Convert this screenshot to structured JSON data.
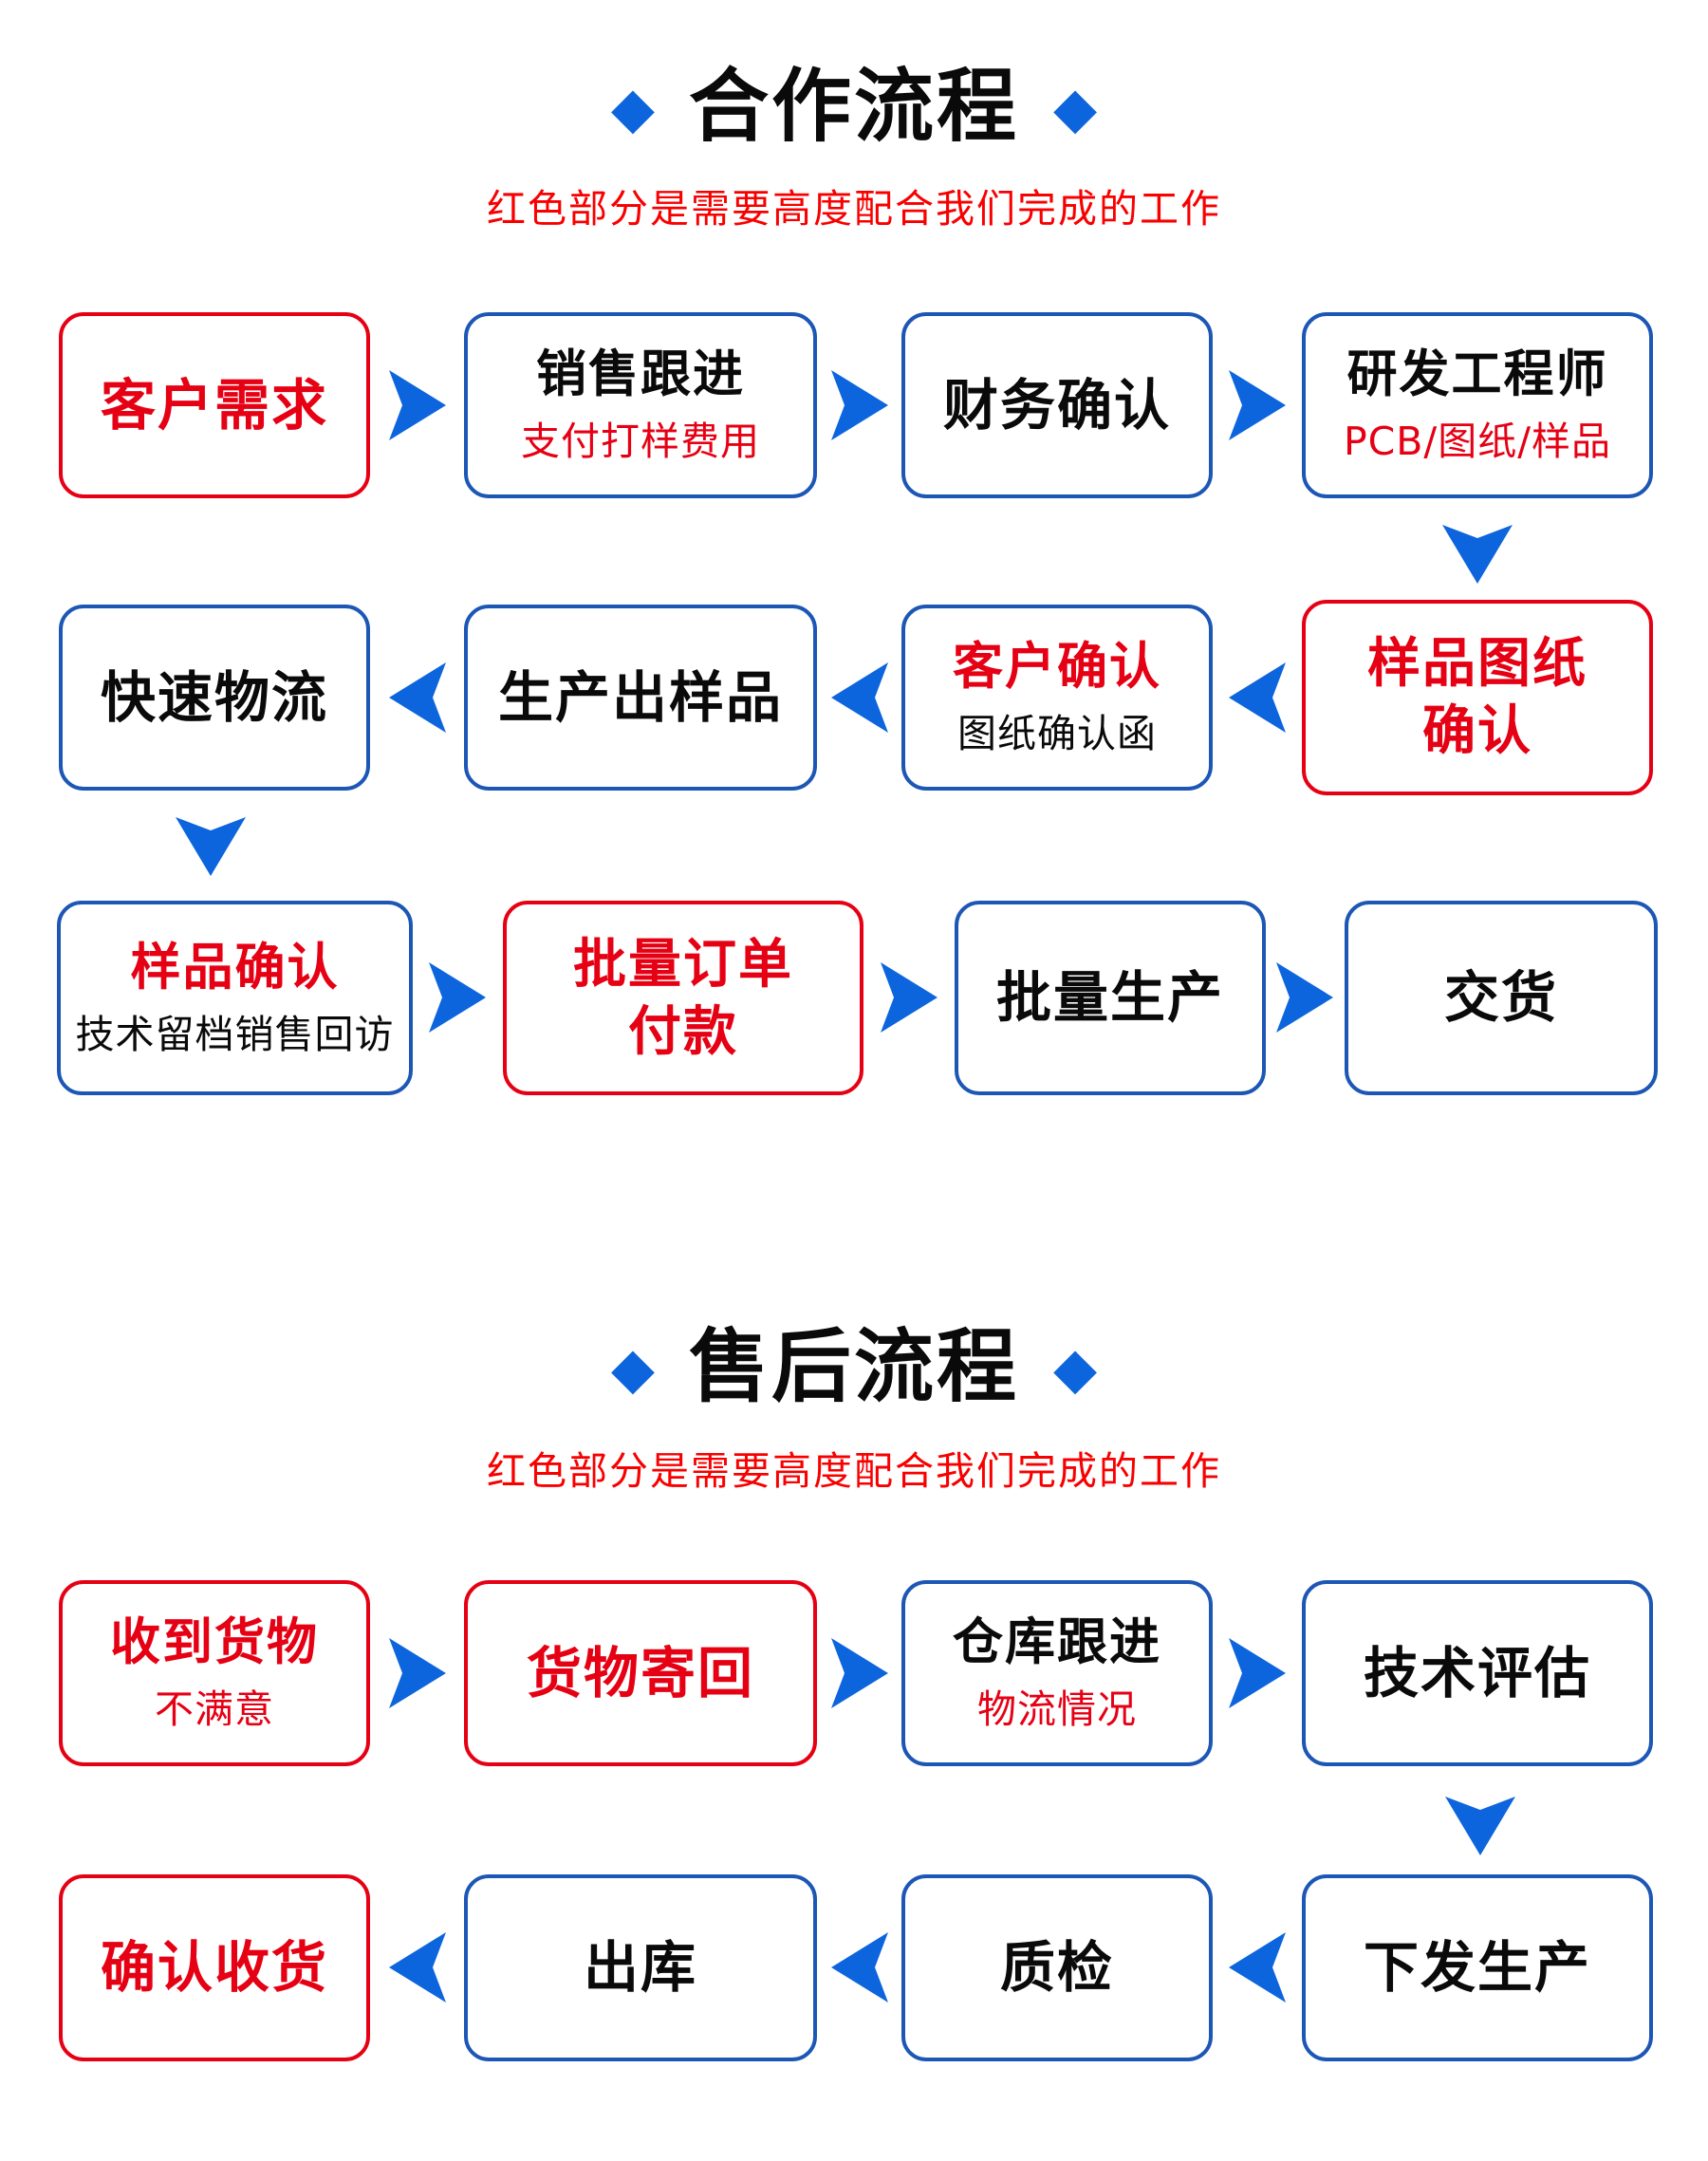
{
  "colors": {
    "arrow_blue": "#0D65DE",
    "border_blue": "#1D57B5",
    "red": "#E60014",
    "subtitle_red": "#F80000",
    "text_black": "#0A0A0A",
    "background": "#FFFFFF"
  },
  "icons": {
    "diamond": "◆",
    "arrow_right": "chevron-right",
    "arrow_left": "chevron-left",
    "arrow_down": "chevron-down"
  },
  "sections": [
    {
      "title": "合作流程",
      "subtitle": "红色部分是需要高度配合我们完成的工作",
      "rows": [
        {
          "boxes": [
            {
              "title": "客户需求",
              "sub": ""
            },
            {
              "title": "销售跟进",
              "sub": "支付打样费用"
            },
            {
              "title": "财务确认",
              "sub": ""
            },
            {
              "title": "研发工程师",
              "sub": "PCB/图纸/样品"
            }
          ]
        },
        {
          "boxes": [
            {
              "title": "快速物流",
              "sub": ""
            },
            {
              "title": "生产出样品",
              "sub": ""
            },
            {
              "title": "客户确认",
              "sub": "图纸确认函"
            },
            {
              "title": "样品图纸",
              "sub": "确认"
            }
          ]
        },
        {
          "boxes": [
            {
              "title": "样品确认",
              "sub": "技术留档销售回访"
            },
            {
              "title": "批量订单",
              "sub": "付款"
            },
            {
              "title": "批量生产",
              "sub": ""
            },
            {
              "title": "交货",
              "sub": ""
            }
          ]
        }
      ]
    },
    {
      "title": "售后流程",
      "subtitle": "红色部分是需要高度配合我们完成的工作",
      "rows": [
        {
          "boxes": [
            {
              "title": "收到货物",
              "sub": "不满意"
            },
            {
              "title": "货物寄回",
              "sub": ""
            },
            {
              "title": "仓库跟进",
              "sub": "物流情况"
            },
            {
              "title": "技术评估",
              "sub": ""
            }
          ]
        },
        {
          "boxes": [
            {
              "title": "确认收货",
              "sub": ""
            },
            {
              "title": "出库",
              "sub": ""
            },
            {
              "title": "质检",
              "sub": ""
            },
            {
              "title": "下发生产",
              "sub": ""
            }
          ]
        }
      ]
    }
  ]
}
